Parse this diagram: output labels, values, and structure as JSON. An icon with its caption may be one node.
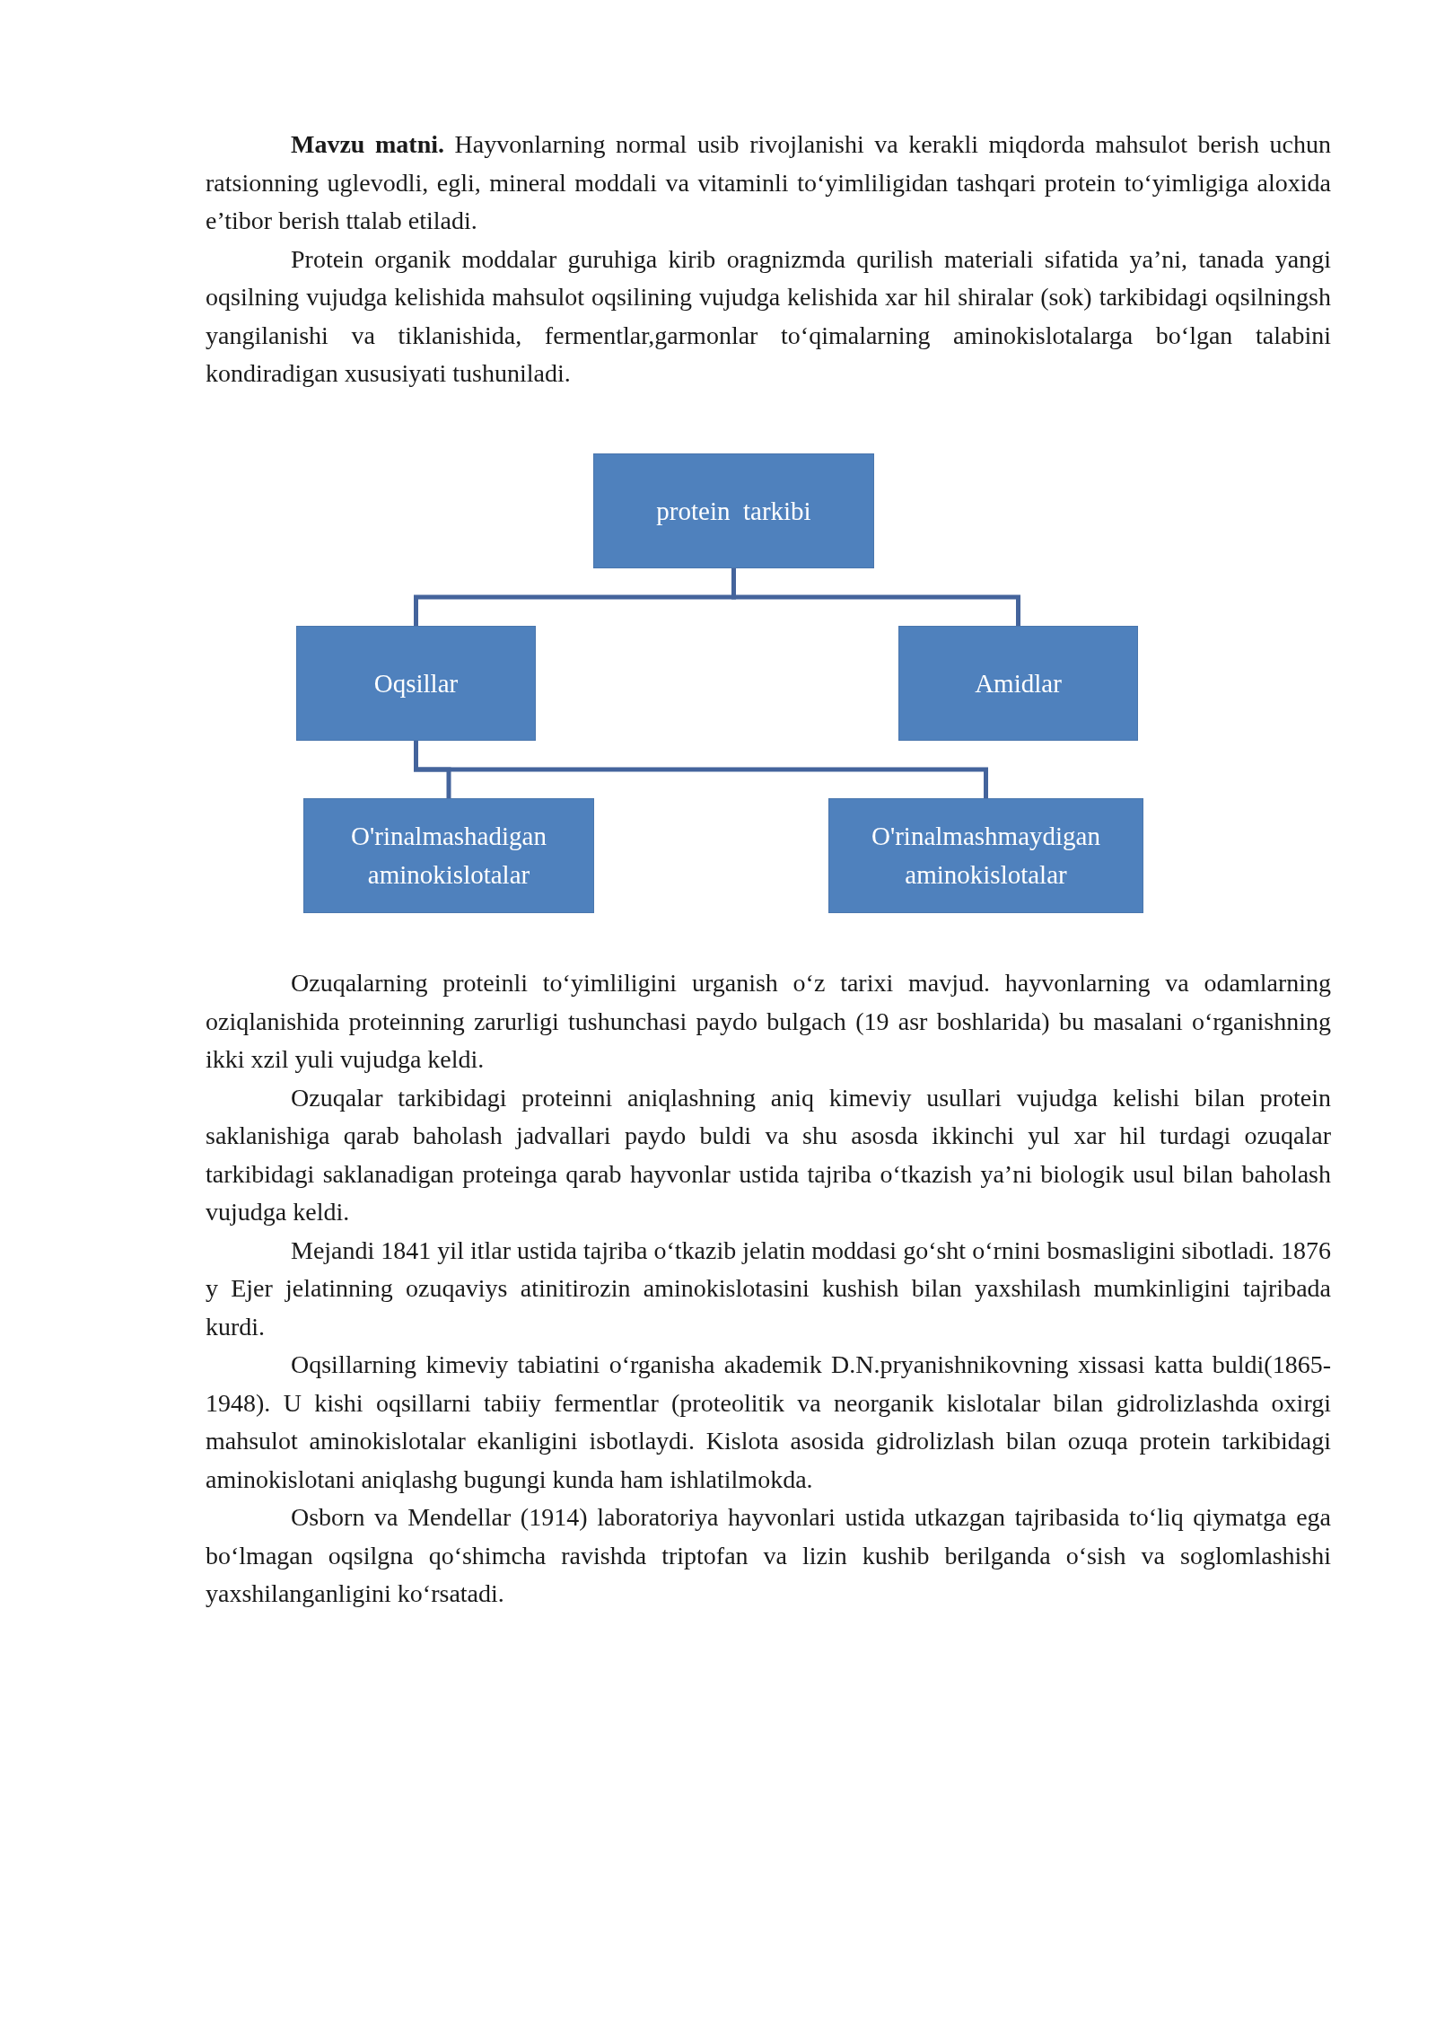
{
  "diagram": {
    "nodes": [
      {
        "text": [
          "protein  tarkibi"
        ]
      },
      {
        "text": [
          "Oqsillar"
        ]
      },
      {
        "text": [
          "Amidlar"
        ]
      },
      {
        "text": [
          "O'rinalmashadigan aminokislotalar"
        ]
      },
      {
        "text": [
          "O'rinalmashmaydigan aminokislotalar"
        ]
      }
    ],
    "edges": [
      {
        "from": 0,
        "to": 1,
        "arrow": "none"
      },
      {
        "from": 0,
        "to": 2,
        "arrow": "none"
      },
      {
        "from": 1,
        "to": 3,
        "arrow": "none"
      },
      {
        "from": 1,
        "to": 4,
        "arrow": "none"
      }
    ],
    "labels": [
      "**Mavzu matni.** Hayvonlarning normal usib rivojlanishi va kerakli miqdorda mahsulot berish uchun ratsionning uglevodli, egli, mineral moddali va vitaminli to‘yimliligidan tashqari protein to‘yimligiga aloxida e’tibor berish ttalab etiladi.",
      "Protein organik moddalar guruhiga kirib oragnizmda qurilish materiali sifatida ya’ni, tanada yangi oqsilning vujudga kelishida mahsulot oqsilining vujudga kelishida xar hil shiralar (sok) tarkibidagi oqsilningsh yangilanishi va tiklanishida, fermentlar,garmonlar to‘qimalarning aminokislotalarga bo‘lgan talabini kondiradigan xususiyati tushuniladi.",
      "Ozuqalarning proteinli to‘yimliligini urganish o‘z tarixi mavjud. hayvonlarning va odamlarning oziqlanishida proteinning zarurligi tushunchasi paydo bulgach (19 asr boshlarida) bu masalani o‘rganishning ikki xzil yuli vujudga keldi.",
      "Ozuqalar tarkibidagi proteinni aniqlashning aniq kimeviy usullari vujudga kelishi bilan protein saklanishiga qarab baholash jadvallari paydo buldi va shu asosda ikkinchi yul xar hil turdagi ozuqalar tarkibidagi saklanadigan proteinga qarab hayvonlar ustida tajriba o‘tkazish ya’ni biologik usul bilan baholash vujudga keldi.",
      "Mejandi 1841 yil itlar ustida tajriba o‘tkazib jelatin moddasi go‘sht o‘rnini bosmasligini sibotladi. 1876 y Ejer jelatinning ozuqaviys atinitirozin aminokislotasini kushish bilan yaxshilash mumkinligini tajribada kurdi.",
      "Oqsillarning kimeviy tabiatini o‘rganisha akademik D.N.pryanishnikovning xissasi katta buldi(1865-1948). U kishi oqsillarni tabiiy fermentlar (proteolitik va neorganik kislotalar bilan gidrolizlashda oxirgi mahsulot aminokislotalar ekanligini isbotlaydi. Kislota asosida gidrolizlash bilan ozuqa protein tarkibidagi aminokislotani aniqlashg bugungi kunda ham ishlatilmokda.",
      "Osborn va Mendellar (1914) laboratoriya hayvonlari ustida utkazgan tajribasida to‘liq qiymatga ega bo‘lmagan oqsilgna qo‘shimcha ravishda triptofan va lizin kushib berilganda o‘sish va soglomlashishi yaxshilanganligini ko‘rsatadi."
    ]
  }
}
